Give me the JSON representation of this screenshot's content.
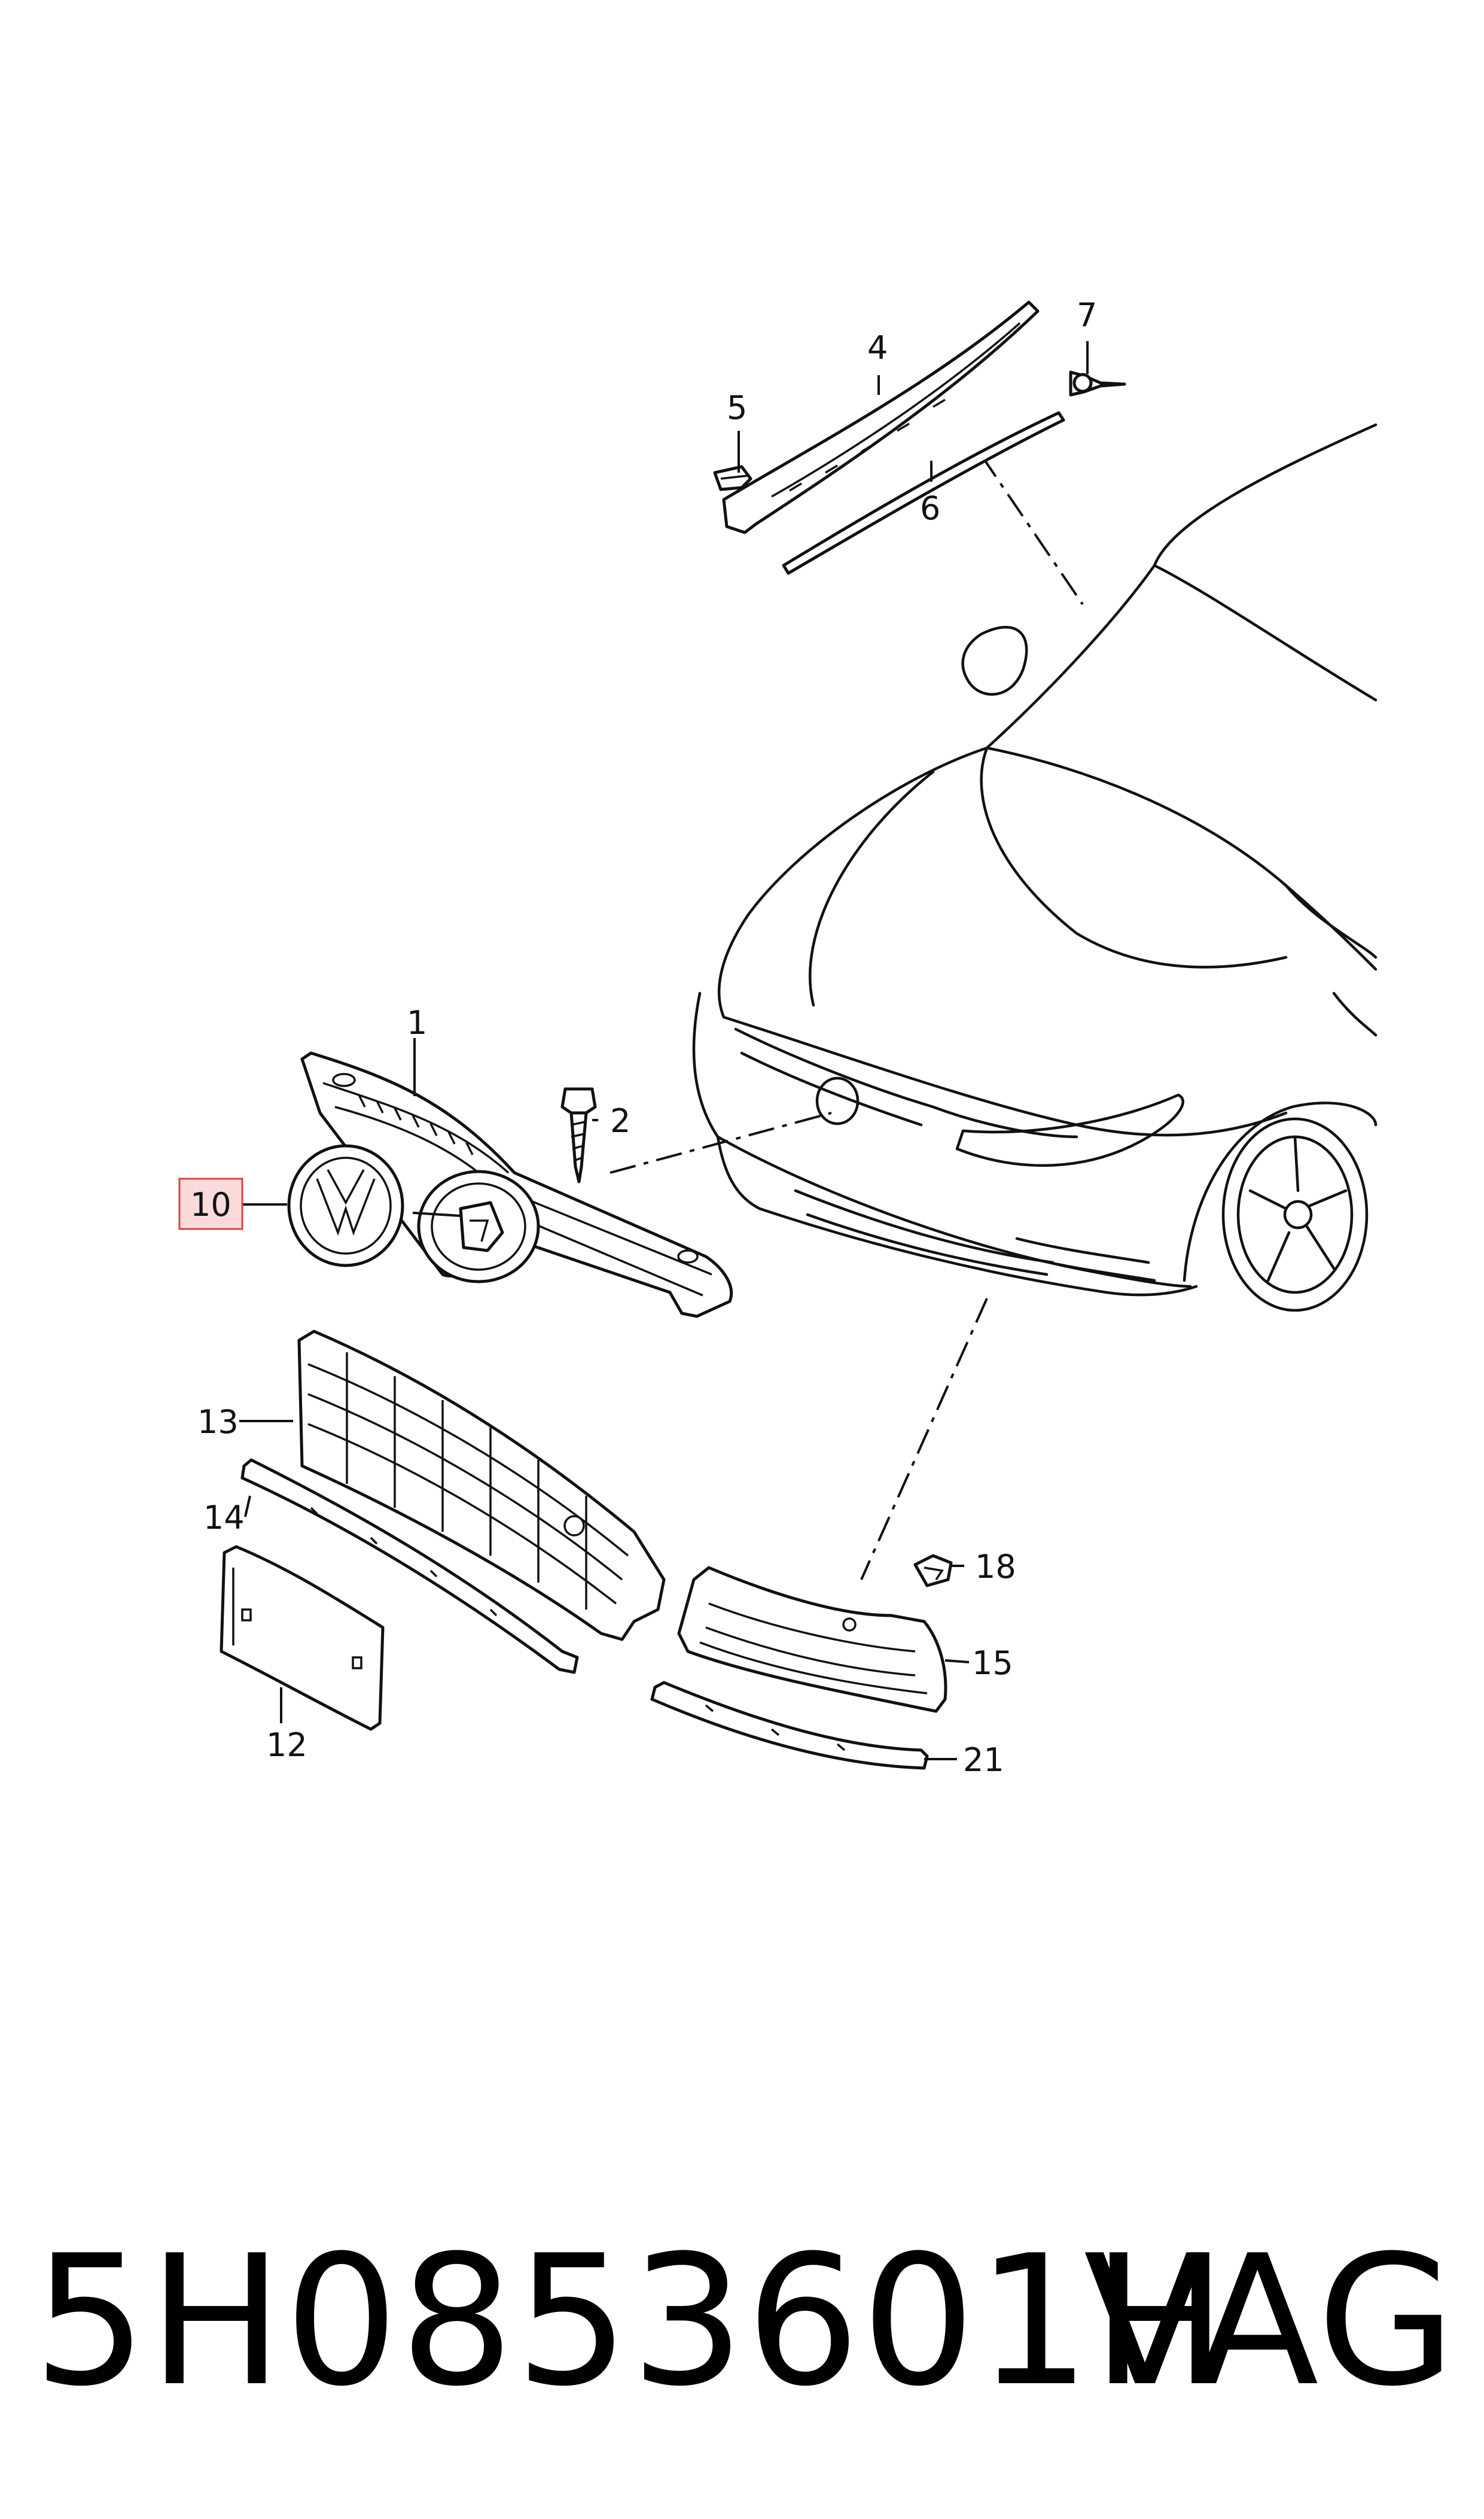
{
  "callouts": {
    "c1": "1",
    "c2": "2",
    "c4": "4",
    "c5": "5",
    "c6": "6",
    "c7": "7",
    "c10": "10",
    "c12": "12",
    "c13": "13",
    "c14": "14",
    "c15": "15",
    "c18": "18",
    "c21": "21"
  },
  "highlight": {
    "callout": "10",
    "fill": "#fbdada",
    "stroke": "#d64545"
  },
  "footer": {
    "part_number": "5H0853601H",
    "brand": "VAG"
  }
}
